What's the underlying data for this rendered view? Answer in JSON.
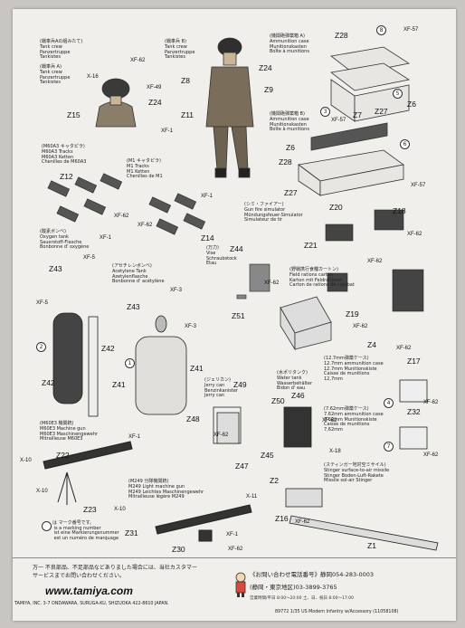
{
  "labels": {
    "tank_crew_a_jp": "(戦車兵Aの組みたて)",
    "tank_crew_a": "Tank crew\nPanzertruppe\nTankistes",
    "tank_crew_a2_jp": "(戦車兵 A)",
    "tank_crew_a2": "Tank crew\nPanzertruppe\nTankistes",
    "tank_crew_b_jp": "(戦車兵 B)",
    "tank_crew_b": "Tank crew\nPanzertruppe\nTankistes",
    "ammo_case_a_jp": "(機関砲弾薬箱 A)",
    "ammo_case_a": "Ammunition case\nMunitionskasten\nBoîte à munitions",
    "ammo_case_b_jp": "(機関砲弾薬箱 B)",
    "ammo_case_b": "Ammunition case\nMunitionskasten\nBoîte à munitions",
    "m60a3_tracks_jp": "(M60A3 キャタピラ)",
    "m60a3_tracks": "M60A3 Tracks\nM60A3 Ketten\nChenilles de M60A3",
    "m1_tracks_jp": "(M1 キャタピラ)",
    "m1_tracks": "M1 Tracks\nM1 Ketten\nChenilles de M1",
    "gun_fire_jp": "(シミ・ファイアー)",
    "gun_fire": "Gun fire simulator\nMündungsfeuer-Simulator\nSimulateur de tir",
    "oxygen_jp": "(酸素ボンベ)",
    "oxygen": "Oxygen tank\nSauerstoff-Flasche\nBonbonne d' oxygène",
    "acetylene_jp": "(アセチレンボンベ)",
    "acetylene": "Acetylene Tank\nAzetylenflasche\nBonbonne d' acétylène",
    "vise_jp": "(万力)",
    "vise": "Vise\nSchraubstock\nEtau",
    "rations_jp": "(野戦携行食糧カートン)",
    "rations": "Field rations carton\nKarton mit Feldrationen\nCarton de rations de combat",
    "jerry_jp": "(ジェリカン)",
    "jerry": "Jerry can\nBenzinkanister\nJerry can",
    "water_jp": "(水ポリタンク)",
    "water": "Water tank\nWasserbehälter\nBidon d' eau",
    "ammo127_jp": "(12.7mm弾薬ケース)",
    "ammo127": "12.7mm ammunition case\n12.7mm Munitionskiste\nCaisse de munitions\n12,7mm",
    "ammo762_jp": "(7.62mm弾薬ケース)",
    "ammo762": "7.62mm ammunition case\n7.62mm Munitionskiste\nCaisse de munitions\n7,62mm",
    "m60e3_jp": "(M60E3 機関銃)",
    "m60e3": "M60E3 Machine gun\nM60E3 Maschinengewehr\nMitrailleuse M60E3",
    "m249_jp": "(M249 分隊機関銃)",
    "m249": "M249 Light machine gun\nM249 Leichtes Maschinengewehr\nMitrailleuse légère M249",
    "stinger_jp": "(スティンガー地対空ミサイル)",
    "stinger": "Stinger surface-to-air missile\nStinger Boden-Luft-Rakete\nMissile sol-air Stinger",
    "legend": "は マーク番号です。\n is a marking number\n ist eine Markierungsnummer\n est un numéro de marquage"
  },
  "parts": {
    "z28a": "Z28",
    "z28b": "Z28",
    "z24a": "Z24",
    "z24b": "Z24",
    "z8": "Z8",
    "z9": "Z9",
    "z15": "Z15",
    "z11": "Z11",
    "z7": "Z7",
    "z6a": "Z6",
    "z6b": "Z6",
    "z27a": "Z27",
    "z27b": "Z27",
    "z12": "Z12",
    "z14": "Z14",
    "z20": "Z20",
    "z18": "Z18",
    "z21": "Z21",
    "z44": "Z44",
    "z43a": "Z43",
    "z43b": "Z43",
    "z51": "Z51",
    "z42a": "Z42",
    "z42b": "Z42",
    "z41a": "Z41",
    "z41b": "Z41",
    "z19": "Z19",
    "z4": "Z4",
    "z17": "Z17",
    "z32": "Z32",
    "z49": "Z49",
    "z48": "Z48",
    "z50": "Z50",
    "z46": "Z46",
    "z45": "Z45",
    "z47": "Z47",
    "z22": "Z22",
    "z23": "Z23",
    "z2": "Z2",
    "z16": "Z16",
    "z1": "Z1",
    "z31": "Z31",
    "z30": "Z30"
  },
  "tags": {
    "xf62": "XF-62",
    "xf1": "XF-1",
    "xf49": "XF-49",
    "xf16": "X-16",
    "xf57": "XF-57",
    "xf5": "XF-5",
    "xf3": "XF-3",
    "x10": "X-10",
    "x11": "X-11",
    "x18": "X-18"
  },
  "markings": {
    "m1": "1",
    "m2": "2",
    "m3": "3",
    "m4": "4",
    "m5": "5",
    "m6": "6",
    "m7": "7",
    "m8": "8"
  },
  "footer": {
    "jp_notice": "万一 不良部品、不足部品などありました場合には、当社カスタマー\nサービスまでお問い合わせください。",
    "url": "www.tamiya.com",
    "address": "TAMIYA, INC. 3-7 ONDAWARA, SURUGA-KU, SHIZUOKA 422-8610 JAPAN.",
    "code": "89772   1/35 US Modern Infantry w/Accessory (11058108)",
    "contact_title": "《お問い合わせ電話番号》静岡054-283-0003",
    "contact_tokyo": "(静岡・東京地区)03-3899-3765",
    "hours": "営業時間/平日 8:00〜20:00 土、日、祝日 8:00〜17:00"
  }
}
